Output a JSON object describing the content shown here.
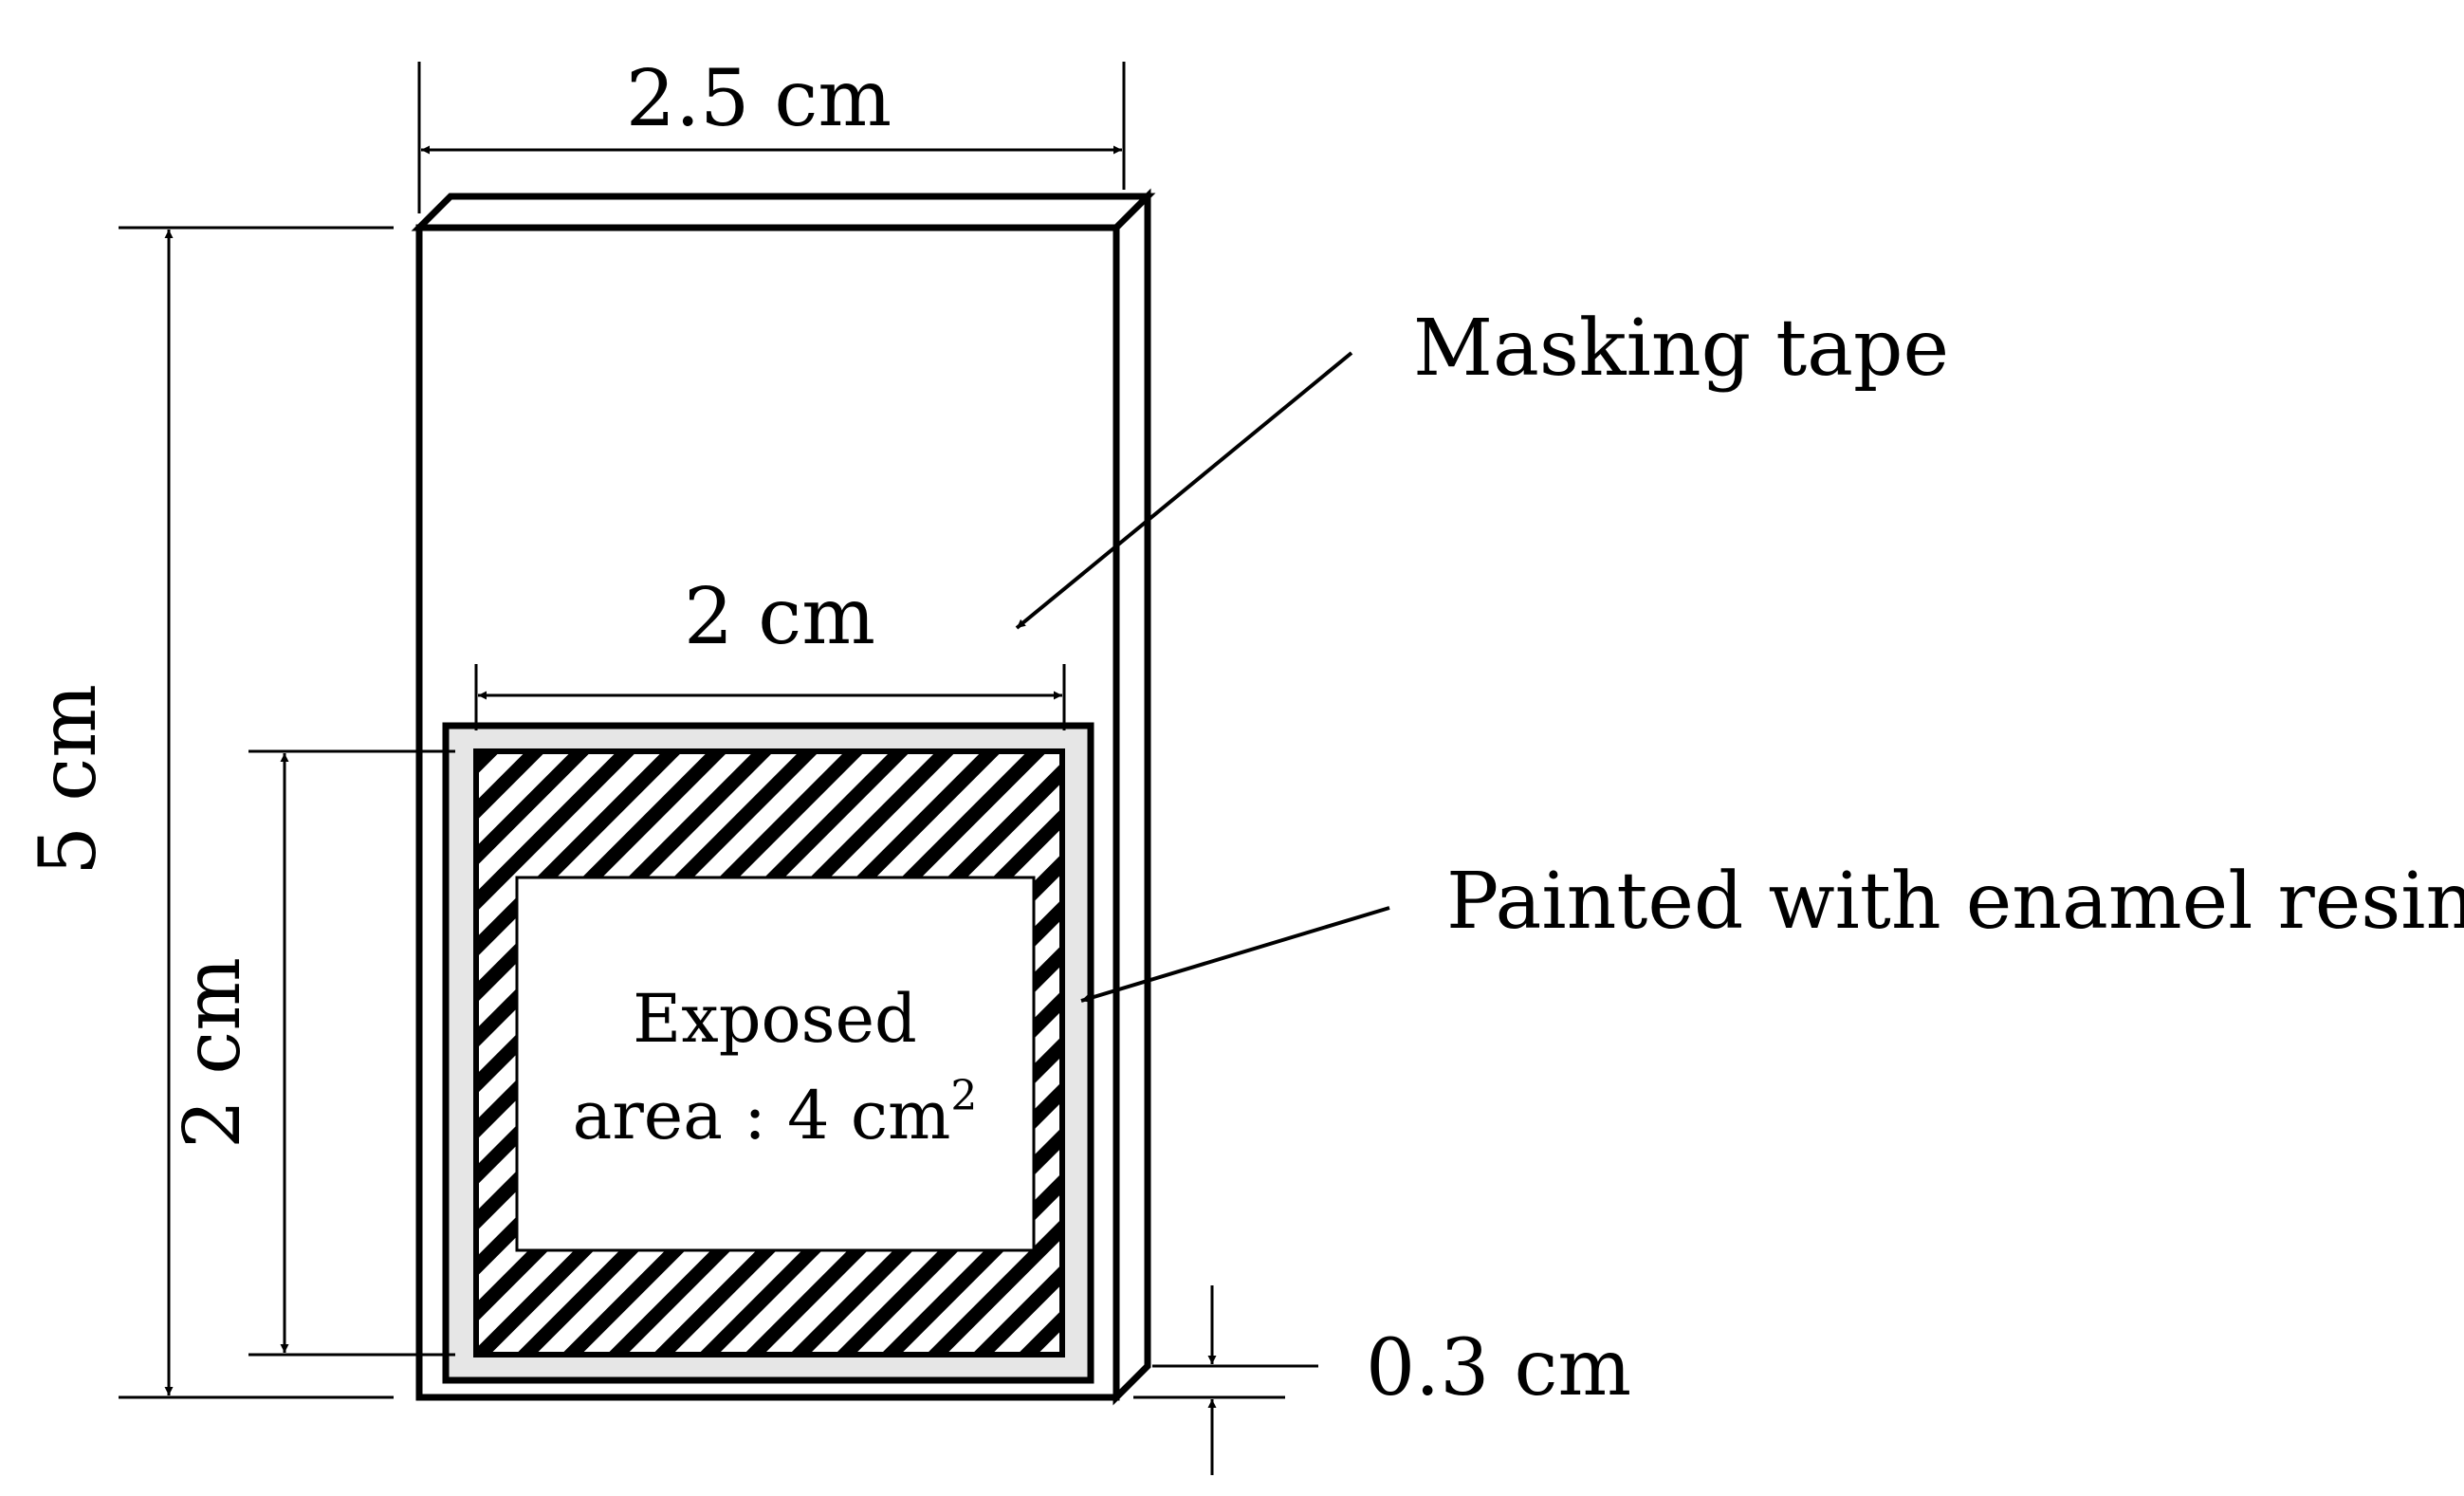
{
  "labels": {
    "width_top": "2.5 cm",
    "height_left": "5 cm",
    "masking_tape": "Masking tape",
    "inner_width": "2 cm",
    "inner_height": "2 cm",
    "painted": "Painted with enamel resin",
    "exposed_line1": "Exposed",
    "exposed_line2": "area : 4 cm",
    "exposed_sup": "2",
    "thickness": "0.3 cm"
  },
  "colors": {
    "stroke": "#000000",
    "tape_fill": "#e6e6e6",
    "background": "#ffffff"
  }
}
